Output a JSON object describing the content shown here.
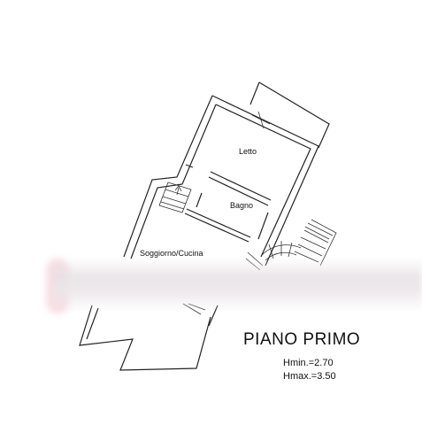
{
  "rooms": {
    "letto": "Letto",
    "bagno": "Bagno",
    "soggiorno": "Soggiorno/Cucina"
  },
  "title": "PIANO PRIMO",
  "heights": {
    "min": "Hmin.=2.70",
    "max": "Hmax.=3.50"
  }
}
